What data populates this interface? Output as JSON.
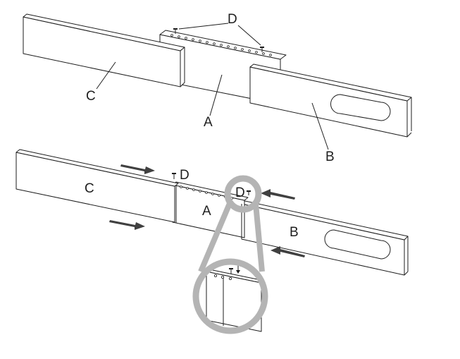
{
  "labels": {
    "top_d": "D",
    "top_c": "C",
    "top_a": "A",
    "top_b": "B",
    "bottom_c": "C",
    "bottom_d": "D",
    "bottom_a": "A",
    "bottom_b": "B",
    "magnifier_d": "D"
  },
  "colors": {
    "line": "#1e1e1e",
    "arrow": "#404040",
    "magnifier": "#b4b4b4"
  },
  "icons": [
    "screw-icon",
    "arrow-right-icon",
    "arrow-left-icon",
    "arrow-down-icon",
    "magnifier-ring"
  ]
}
